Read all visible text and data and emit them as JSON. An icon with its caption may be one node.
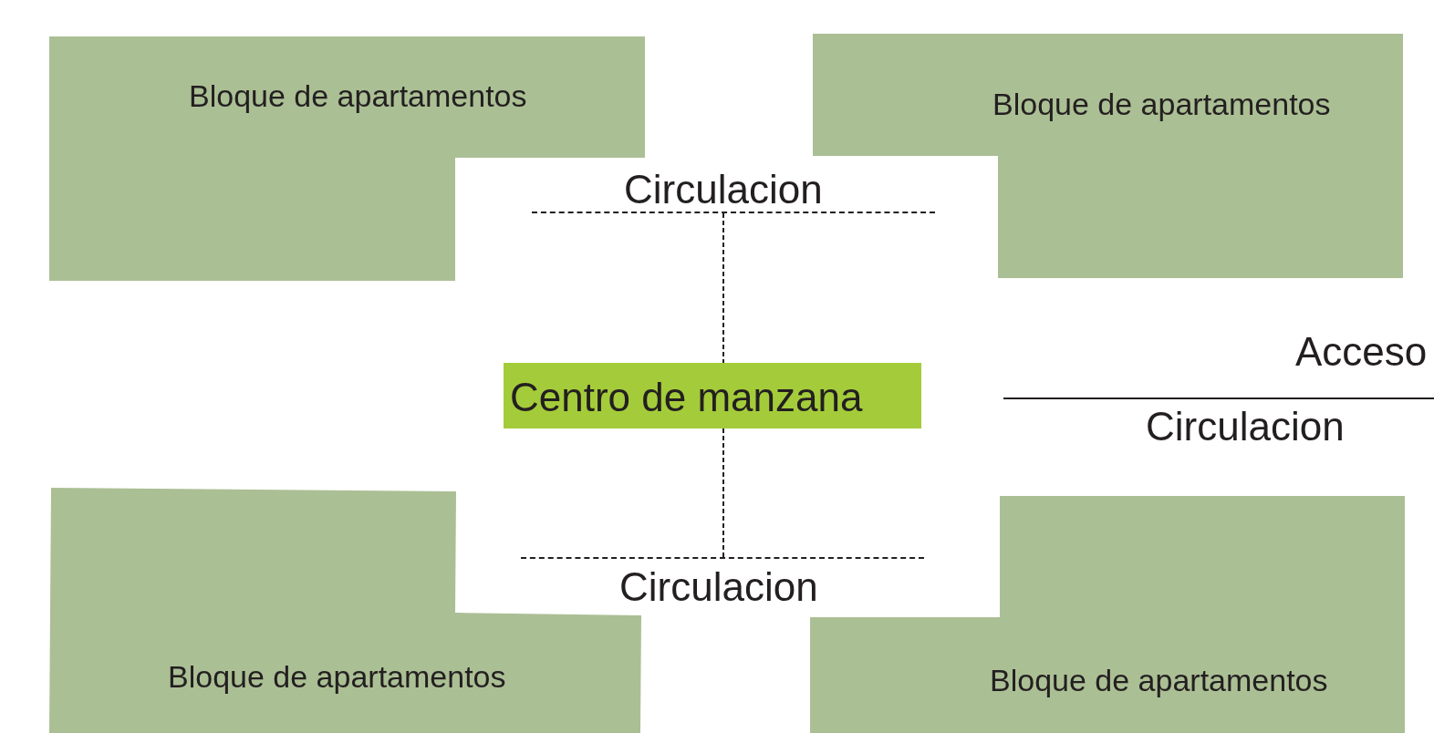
{
  "diagram": {
    "nodes": [
      {
        "text": [
          "Bloque de apartamentos"
        ]
      },
      {
        "text": [
          "Bloque de apartamentos"
        ]
      },
      {
        "text": [
          "Circulacion"
        ]
      },
      {
        "text": [
          "Centro de manzana"
        ]
      },
      {
        "text": [
          "Bloque de apartamentos"
        ]
      },
      {
        "text": [
          "Circulacion"
        ]
      },
      {
        "text": [
          "Bloque de apartamentos"
        ]
      }
    ],
    "edges": [
      {
        "from": 2,
        "to": 3,
        "arrow": "none",
        "style": "dashed"
      },
      {
        "from": 5,
        "to": 3,
        "arrow": "none",
        "style": "dashed"
      }
    ],
    "labels": [
      "Acceso",
      "Circulacion"
    ]
  }
}
